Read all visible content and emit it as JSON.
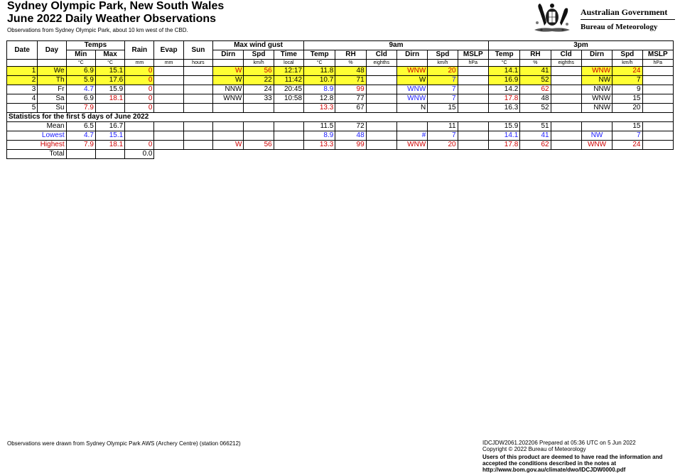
{
  "header": {
    "title_line1": "Sydney Olympic Park, New South Wales",
    "title_line2": "June 2022 Daily Weather Observations",
    "subtitle": "Observations from Sydney Olympic Park, about 10 km west of the CBD."
  },
  "logo": {
    "gov": "Australian Government",
    "bom": "Bureau of Meteorology"
  },
  "table": {
    "groups": {
      "date": "Date",
      "day": "Day",
      "temps": "Temps",
      "rain": "Rain",
      "evap": "Evap",
      "sun": "Sun",
      "gust": "Max wind gust",
      "am": "9am",
      "pm": "3pm"
    },
    "cols": {
      "min": "Min",
      "max": "Max",
      "dirn": "Dirn",
      "spd": "Spd",
      "time": "Time",
      "temp": "Temp",
      "rh": "RH",
      "cld": "Cld",
      "mslp": "MSLP"
    },
    "units": {
      "c": "°C",
      "mm": "mm",
      "hours": "hours",
      "kmh": "km/h",
      "local": "local",
      "pct": "%",
      "eighths": "eighths",
      "hpa": "hPa"
    },
    "rows": [
      {
        "date": "1",
        "day": "We",
        "min": "6.9",
        "max": "15.1",
        "rain": "0",
        "gdir": "W",
        "gspd": "56",
        "gtime": "12:17",
        "t9": "11.8",
        "rh9": "48",
        "dir9": "WNW",
        "spd9": "20",
        "t3": "14.1",
        "rh3": "41",
        "dir3": "WNW",
        "spd3": "24"
      },
      {
        "date": "2",
        "day": "Th",
        "min": "5.9",
        "max": "17.6",
        "rain": "0",
        "gdir": "W",
        "gspd": "22",
        "gtime": "11:42",
        "t9": "10.7",
        "rh9": "71",
        "dir9": "W",
        "spd9": "7",
        "t3": "16.9",
        "rh3": "52",
        "dir3": "NW",
        "spd3": "7"
      },
      {
        "date": "3",
        "day": "Fr",
        "min": "4.7",
        "max": "15.9",
        "rain": "0",
        "gdir": "NNW",
        "gspd": "24",
        "gtime": "20:45",
        "t9": "8.9",
        "rh9": "99",
        "dir9": "WNW",
        "spd9": "7",
        "t3": "14.2",
        "rh3": "62",
        "dir3": "NNW",
        "spd3": "9"
      },
      {
        "date": "4",
        "day": "Sa",
        "min": "6.9",
        "max": "18.1",
        "rain": "0",
        "gdir": "WNW",
        "gspd": "33",
        "gtime": "10:58",
        "t9": "12.8",
        "rh9": "77",
        "dir9": "WNW",
        "spd9": "7",
        "t3": "17.8",
        "rh3": "48",
        "dir3": "WNW",
        "spd3": "15"
      },
      {
        "date": "5",
        "day": "Su",
        "min": "7.9",
        "max": "",
        "rain": "0",
        "gdir": "",
        "gspd": "",
        "gtime": "",
        "t9": "13.3",
        "rh9": "67",
        "dir9": "N",
        "spd9": "15",
        "t3": "16.3",
        "rh3": "52",
        "dir3": "NNW",
        "spd3": "20"
      }
    ],
    "stats_title": "Statistics for the first 5 days of June 2022",
    "stats": {
      "mean": {
        "label": "Mean",
        "min": "6.5",
        "max": "16.7",
        "t9": "11.5",
        "rh9": "72",
        "spd9": "11",
        "t3": "15.9",
        "rh3": "51",
        "spd3": "15"
      },
      "lowest": {
        "label": "Lowest",
        "min": "4.7",
        "max": "15.1",
        "t9": "8.9",
        "rh9": "48",
        "dir9": "#",
        "spd9": "7",
        "t3": "14.1",
        "rh3": "41",
        "dir3": "NW",
        "spd3": "7"
      },
      "highest": {
        "label": "Highest",
        "min": "7.9",
        "max": "18.1",
        "rain": "0",
        "gdir": "W",
        "gspd": "56",
        "t9": "13.3",
        "rh9": "99",
        "dir9": "WNW",
        "spd9": "20",
        "t3": "17.8",
        "rh3": "62",
        "dir3": "WNW",
        "spd3": "24"
      },
      "total": {
        "label": "Total",
        "rain": "0.0"
      }
    }
  },
  "footer": {
    "source": "Observations were drawn from Sydney Olympic Park AWS (Archery Centre) (station 066212)",
    "id_line": "IDCJDW2061.202206    Prepared at 05:36 UTC on 5 Jun 2022",
    "copyright": "Copyright © 2022 Bureau of Meteorology",
    "users1": "Users of this product are deemed to have read the information and",
    "users2": "accepted the conditions described in the notes at",
    "users3": "http://www.bom.gov.au/climate/dwo/IDCJDW0000.pdf"
  },
  "colors": {
    "highlight": "#ffff33",
    "low": "#1a1aff",
    "high": "#cc0000"
  }
}
